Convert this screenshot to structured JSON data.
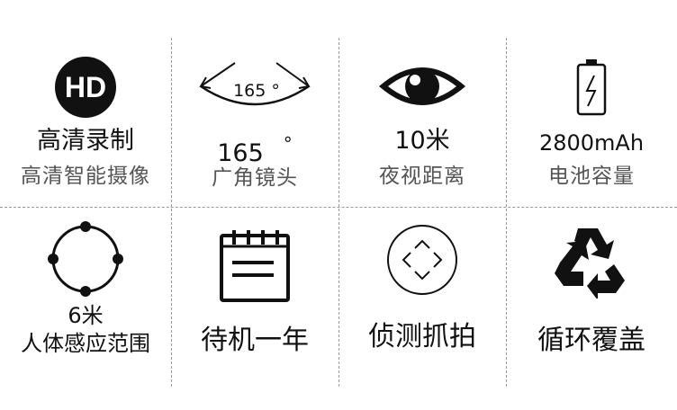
{
  "features": [
    {
      "icon": "hd-icon",
      "icon_text": "HD",
      "title": "高清录制",
      "subtitle": "高清智能摄像"
    },
    {
      "icon": "wide-angle-icon",
      "icon_text": "165 °",
      "title": "165",
      "title_suffix": "°",
      "subtitle": "广角镜头"
    },
    {
      "icon": "eye-icon",
      "title": "10米",
      "subtitle": "夜视距离"
    },
    {
      "icon": "battery-icon",
      "title": "2800mAh",
      "subtitle": "电池容量"
    },
    {
      "icon": "motion-range-icon",
      "title": "6米",
      "subtitle": "人体感应范围"
    },
    {
      "icon": "calendar-icon",
      "title": "待机一年"
    },
    {
      "icon": "detect-capture-icon",
      "title": "侦测抓拍"
    },
    {
      "icon": "recycle-icon",
      "title": "循环覆盖"
    }
  ],
  "colors": {
    "divider": "#9a9a9a",
    "icon": "#111111",
    "subtitle": "#555555"
  }
}
